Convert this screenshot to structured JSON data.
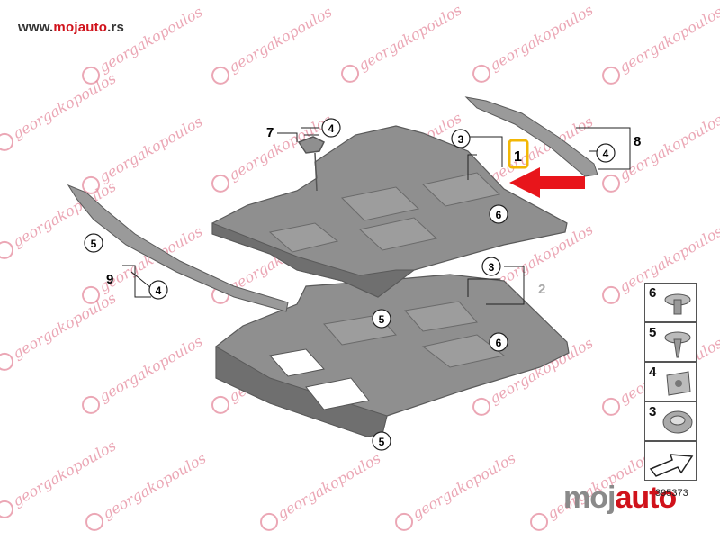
{
  "site": {
    "prefix": "www.",
    "brand": "mojauto",
    "suffix": ".rs"
  },
  "watermark": {
    "text": "georgakopoulos",
    "color": "#e58a9d"
  },
  "callouts": {
    "part1": "1",
    "part2": "2",
    "part3": "3",
    "part4": "4",
    "part5": "5",
    "part6": "6",
    "part7": "7",
    "part8": "8",
    "part9": "9"
  },
  "legend": [
    "6",
    "5",
    "4",
    "3"
  ],
  "diagram_code": "395373",
  "bottom_logo": {
    "left": "moj",
    "right": "auto"
  },
  "colors": {
    "highlight": "#f2b705",
    "arrow": "#e8151b",
    "part_fill": "#8f8f8f"
  }
}
